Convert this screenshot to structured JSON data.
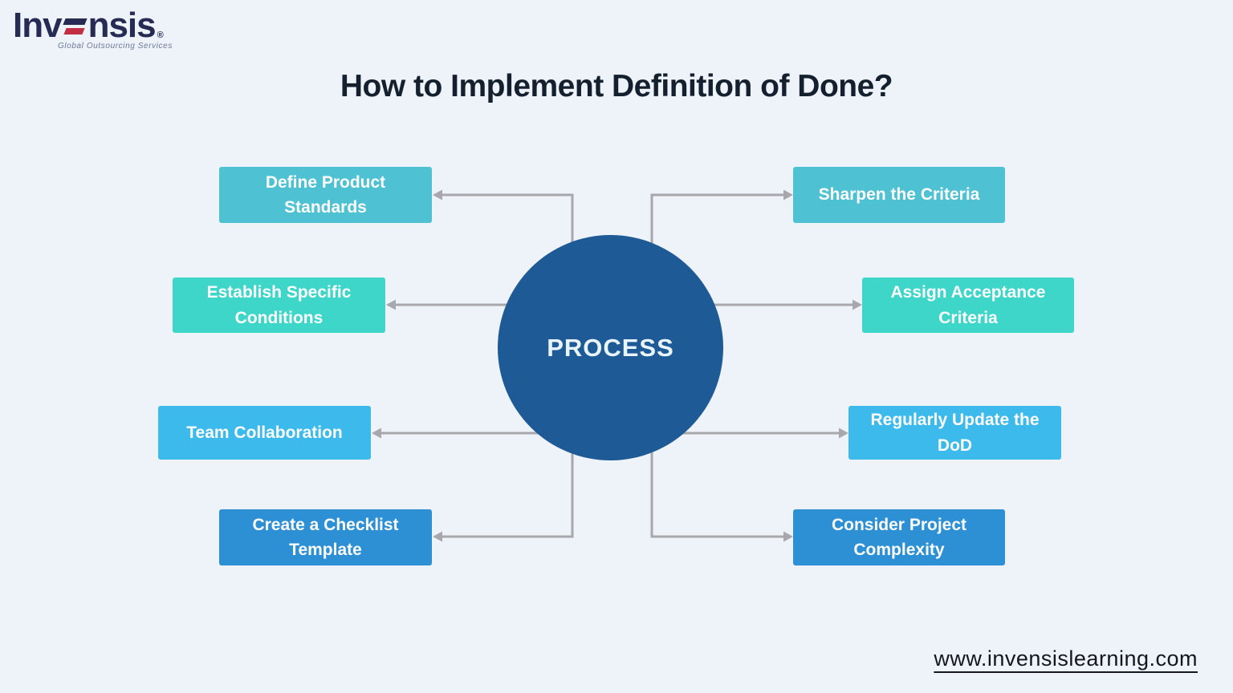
{
  "colors": {
    "background": "#eef2f9",
    "connector": "#a8a8ac",
    "circle": "#1e5a96",
    "logo_navy": "#262b54",
    "logo_red": "#c22f44",
    "title_ink": "#15202e",
    "footer_ink": "#14181d",
    "teal": "#4ec1d3",
    "turquoise": "#3dd6c9",
    "sky": "#3cbaec",
    "blue": "#2d8fd4"
  },
  "logo": {
    "prefix": "Inv",
    "suffix": "nsis",
    "registered": "®",
    "tagline": "Global Outsourcing Services"
  },
  "title": "How to Implement Definition of Done?",
  "center": {
    "label": "PROCESS"
  },
  "nodes": [
    {
      "label": "Define Product Standards",
      "color": "#4ec1d3"
    },
    {
      "label": "Sharpen the Criteria",
      "color": "#4ec1d3"
    },
    {
      "label": "Establish Specific Conditions",
      "color": "#3dd6c9"
    },
    {
      "label": "Assign Acceptance Criteria",
      "color": "#3dd6c9"
    },
    {
      "label": "Team Collaboration",
      "color": "#3cbaec"
    },
    {
      "label": "Regularly Update the DoD",
      "color": "#3cbaec"
    },
    {
      "label": "Create a Checklist Template",
      "color": "#2d8fd4"
    },
    {
      "label": "Consider Project Complexity",
      "color": "#2d8fd4"
    }
  ],
  "footer": {
    "url": "www.invensislearning.com"
  }
}
